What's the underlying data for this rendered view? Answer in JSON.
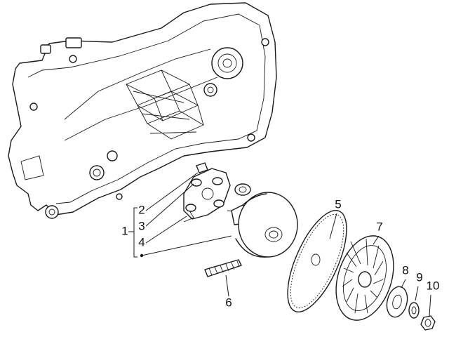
{
  "callouts": {
    "c1": "1",
    "c2": "2",
    "c3": "3",
    "c4": "4",
    "c5": "5",
    "c6": "6",
    "c7": "7",
    "c8": "8",
    "c9": "9",
    "c10": "10"
  },
  "colors": {
    "line": "#1a1a1a",
    "background": "#ffffff"
  }
}
